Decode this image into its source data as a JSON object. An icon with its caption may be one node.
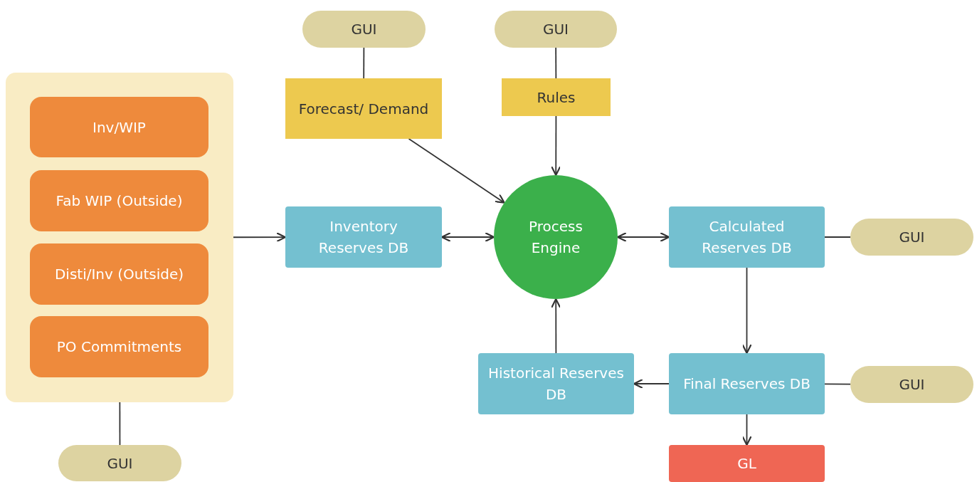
{
  "diagram": {
    "nodes": [
      {
        "text": [],
        "shape": "box"
      },
      {
        "text": [
          "Inv/WIP"
        ],
        "in": 0
      },
      {
        "text": [
          "Fab WIP (Outside)"
        ],
        "in": 0
      },
      {
        "text": [
          "Disti/Inv (Outside)"
        ],
        "in": 0
      },
      {
        "text": [
          "PO Commitments"
        ],
        "in": 0
      },
      {
        "text": [
          "GUI"
        ]
      },
      {
        "text": [
          "GUI"
        ]
      },
      {
        "text": [
          "GUI"
        ]
      },
      {
        "text": [
          "Forecast/ Demand"
        ]
      },
      {
        "text": [
          "Rules"
        ]
      },
      {
        "text": [
          "Inventory Reserves DB"
        ]
      },
      {
        "text": [
          "Process Engine"
        ]
      },
      {
        "text": [
          "Calculated Reserves DB"
        ]
      },
      {
        "text": [
          "GUI"
        ]
      },
      {
        "text": [
          "Historical Reserves DB"
        ]
      },
      {
        "text": [
          "Final Reserves DB"
        ]
      },
      {
        "text": [
          "GUI"
        ]
      },
      {
        "text": [
          "GL"
        ]
      }
    ],
    "edges": [
      {
        "from": 0,
        "to": 5,
        "arrow": "none"
      },
      {
        "from": 6,
        "to": 8,
        "arrow": "none"
      },
      {
        "from": 7,
        "to": 9,
        "arrow": "none"
      },
      {
        "from": 8,
        "to": 11,
        "arrow": "to"
      },
      {
        "from": 9,
        "to": 11,
        "arrow": "to"
      },
      {
        "from": 0,
        "to": 10,
        "arrow": "to"
      },
      {
        "from": 10,
        "to": 11,
        "arrow": "both"
      },
      {
        "from": 11,
        "to": 12,
        "arrow": "both"
      },
      {
        "from": 12,
        "to": 13,
        "arrow": "none"
      },
      {
        "from": 12,
        "to": 15,
        "arrow": "to"
      },
      {
        "from": 15,
        "to": 14,
        "arrow": "to"
      },
      {
        "from": 14,
        "to": 11,
        "arrow": "to"
      },
      {
        "from": 15,
        "to": 16,
        "arrow": "none"
      },
      {
        "from": 15,
        "to": 17,
        "arrow": "to"
      }
    ]
  }
}
